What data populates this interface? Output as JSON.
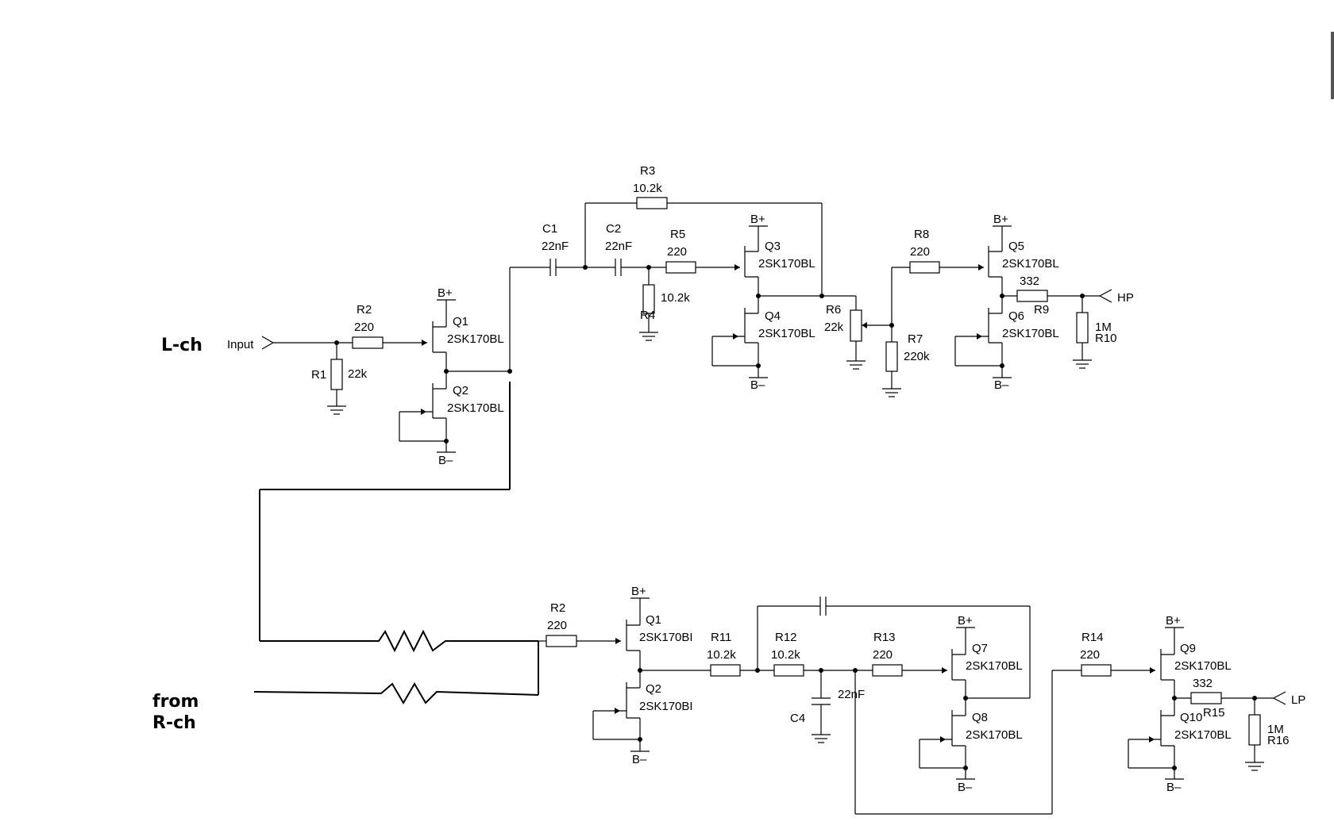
{
  "labels": {
    "lch": "L-ch",
    "from": "from",
    "rch": "R-ch",
    "input": "Input",
    "hp": "HP",
    "lp": "LP",
    "bplus": "B+",
    "bminus": "B–"
  },
  "top": {
    "r1": {
      "name": "R1",
      "value": "22k"
    },
    "r2": {
      "name": "R2",
      "value": "220"
    },
    "q1": {
      "name": "Q1",
      "part": "2SK170BL"
    },
    "q2": {
      "name": "Q2",
      "part": "2SK170BL"
    },
    "c1": {
      "name": "C1",
      "value": "22nF"
    },
    "c2": {
      "name": "C2",
      "value": "22nF"
    },
    "r3": {
      "name": "R3",
      "value": "10.2k"
    },
    "r4": {
      "name": "R4",
      "value": "10.2k"
    },
    "r5": {
      "name": "R5",
      "value": "220"
    },
    "q3": {
      "name": "Q3",
      "part": "2SK170BL"
    },
    "q4": {
      "name": "Q4",
      "part": "2SK170BL"
    },
    "r6": {
      "name": "R6",
      "value": "22k"
    },
    "r7": {
      "name": "R7",
      "value": "220k"
    },
    "r8": {
      "name": "R8",
      "value": "220"
    },
    "q5": {
      "name": "Q5",
      "part": "2SK170BL"
    },
    "q6": {
      "name": "Q6",
      "part": "2SK170BL"
    },
    "r9": {
      "name": "R9",
      "value": "332"
    },
    "r10": {
      "name": "R10",
      "value": "1M"
    }
  },
  "bottom": {
    "r2": {
      "name": "R2",
      "value": "220"
    },
    "q1": {
      "name": "Q1",
      "part": "2SK170BI"
    },
    "q2": {
      "name": "Q2",
      "part": "2SK170BI"
    },
    "r11": {
      "name": "R11",
      "value": "10.2k"
    },
    "r12": {
      "name": "R12",
      "value": "10.2k"
    },
    "r13": {
      "name": "R13",
      "value": "220"
    },
    "c4": {
      "name": "C4",
      "value": "22nF"
    },
    "q7": {
      "name": "Q7",
      "part": "2SK170BL"
    },
    "q8": {
      "name": "Q8",
      "part": "2SK170BL"
    },
    "r14": {
      "name": "R14",
      "value": "220"
    },
    "q9": {
      "name": "Q9",
      "part": "2SK170BL"
    },
    "q10": {
      "name": "Q10",
      "part": "2SK170BL"
    },
    "r15": {
      "name": "R15",
      "value": "332"
    },
    "r16": {
      "name": "R16",
      "value": "1M"
    }
  }
}
